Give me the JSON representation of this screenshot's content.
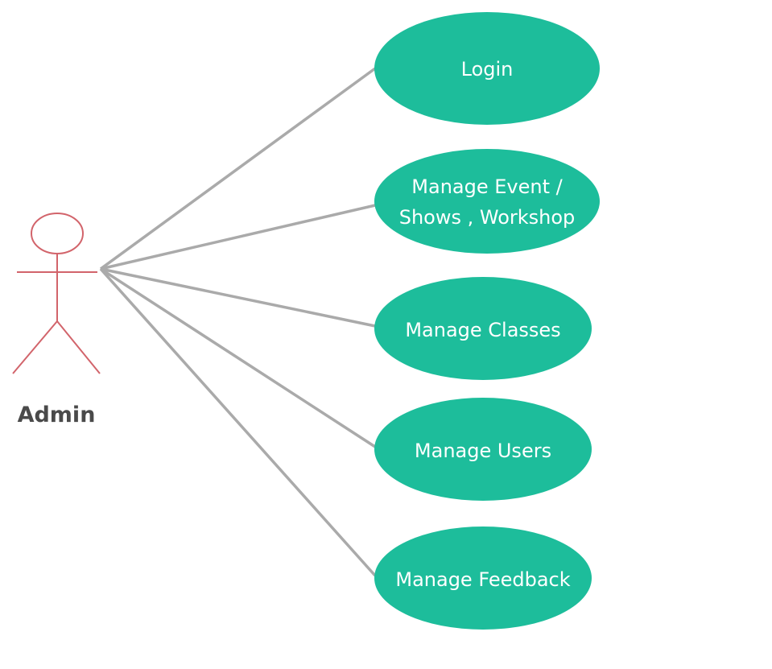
{
  "diagram": {
    "actor": {
      "name": "Admin",
      "icon": "stick-figure-actor-icon",
      "stroke_color": "#d2646b",
      "label_color": "#4a4a4a"
    },
    "connector_color": "#aaaaaa",
    "usecase_color": "#1dbd9b",
    "usecases": [
      {
        "lines": [
          "Login"
        ]
      },
      {
        "lines": [
          "Manage Event /",
          "Shows , Workshop"
        ]
      },
      {
        "lines": [
          "Manage Classes"
        ]
      },
      {
        "lines": [
          "Manage Users"
        ]
      },
      {
        "lines": [
          "Manage Feedback"
        ]
      }
    ]
  }
}
